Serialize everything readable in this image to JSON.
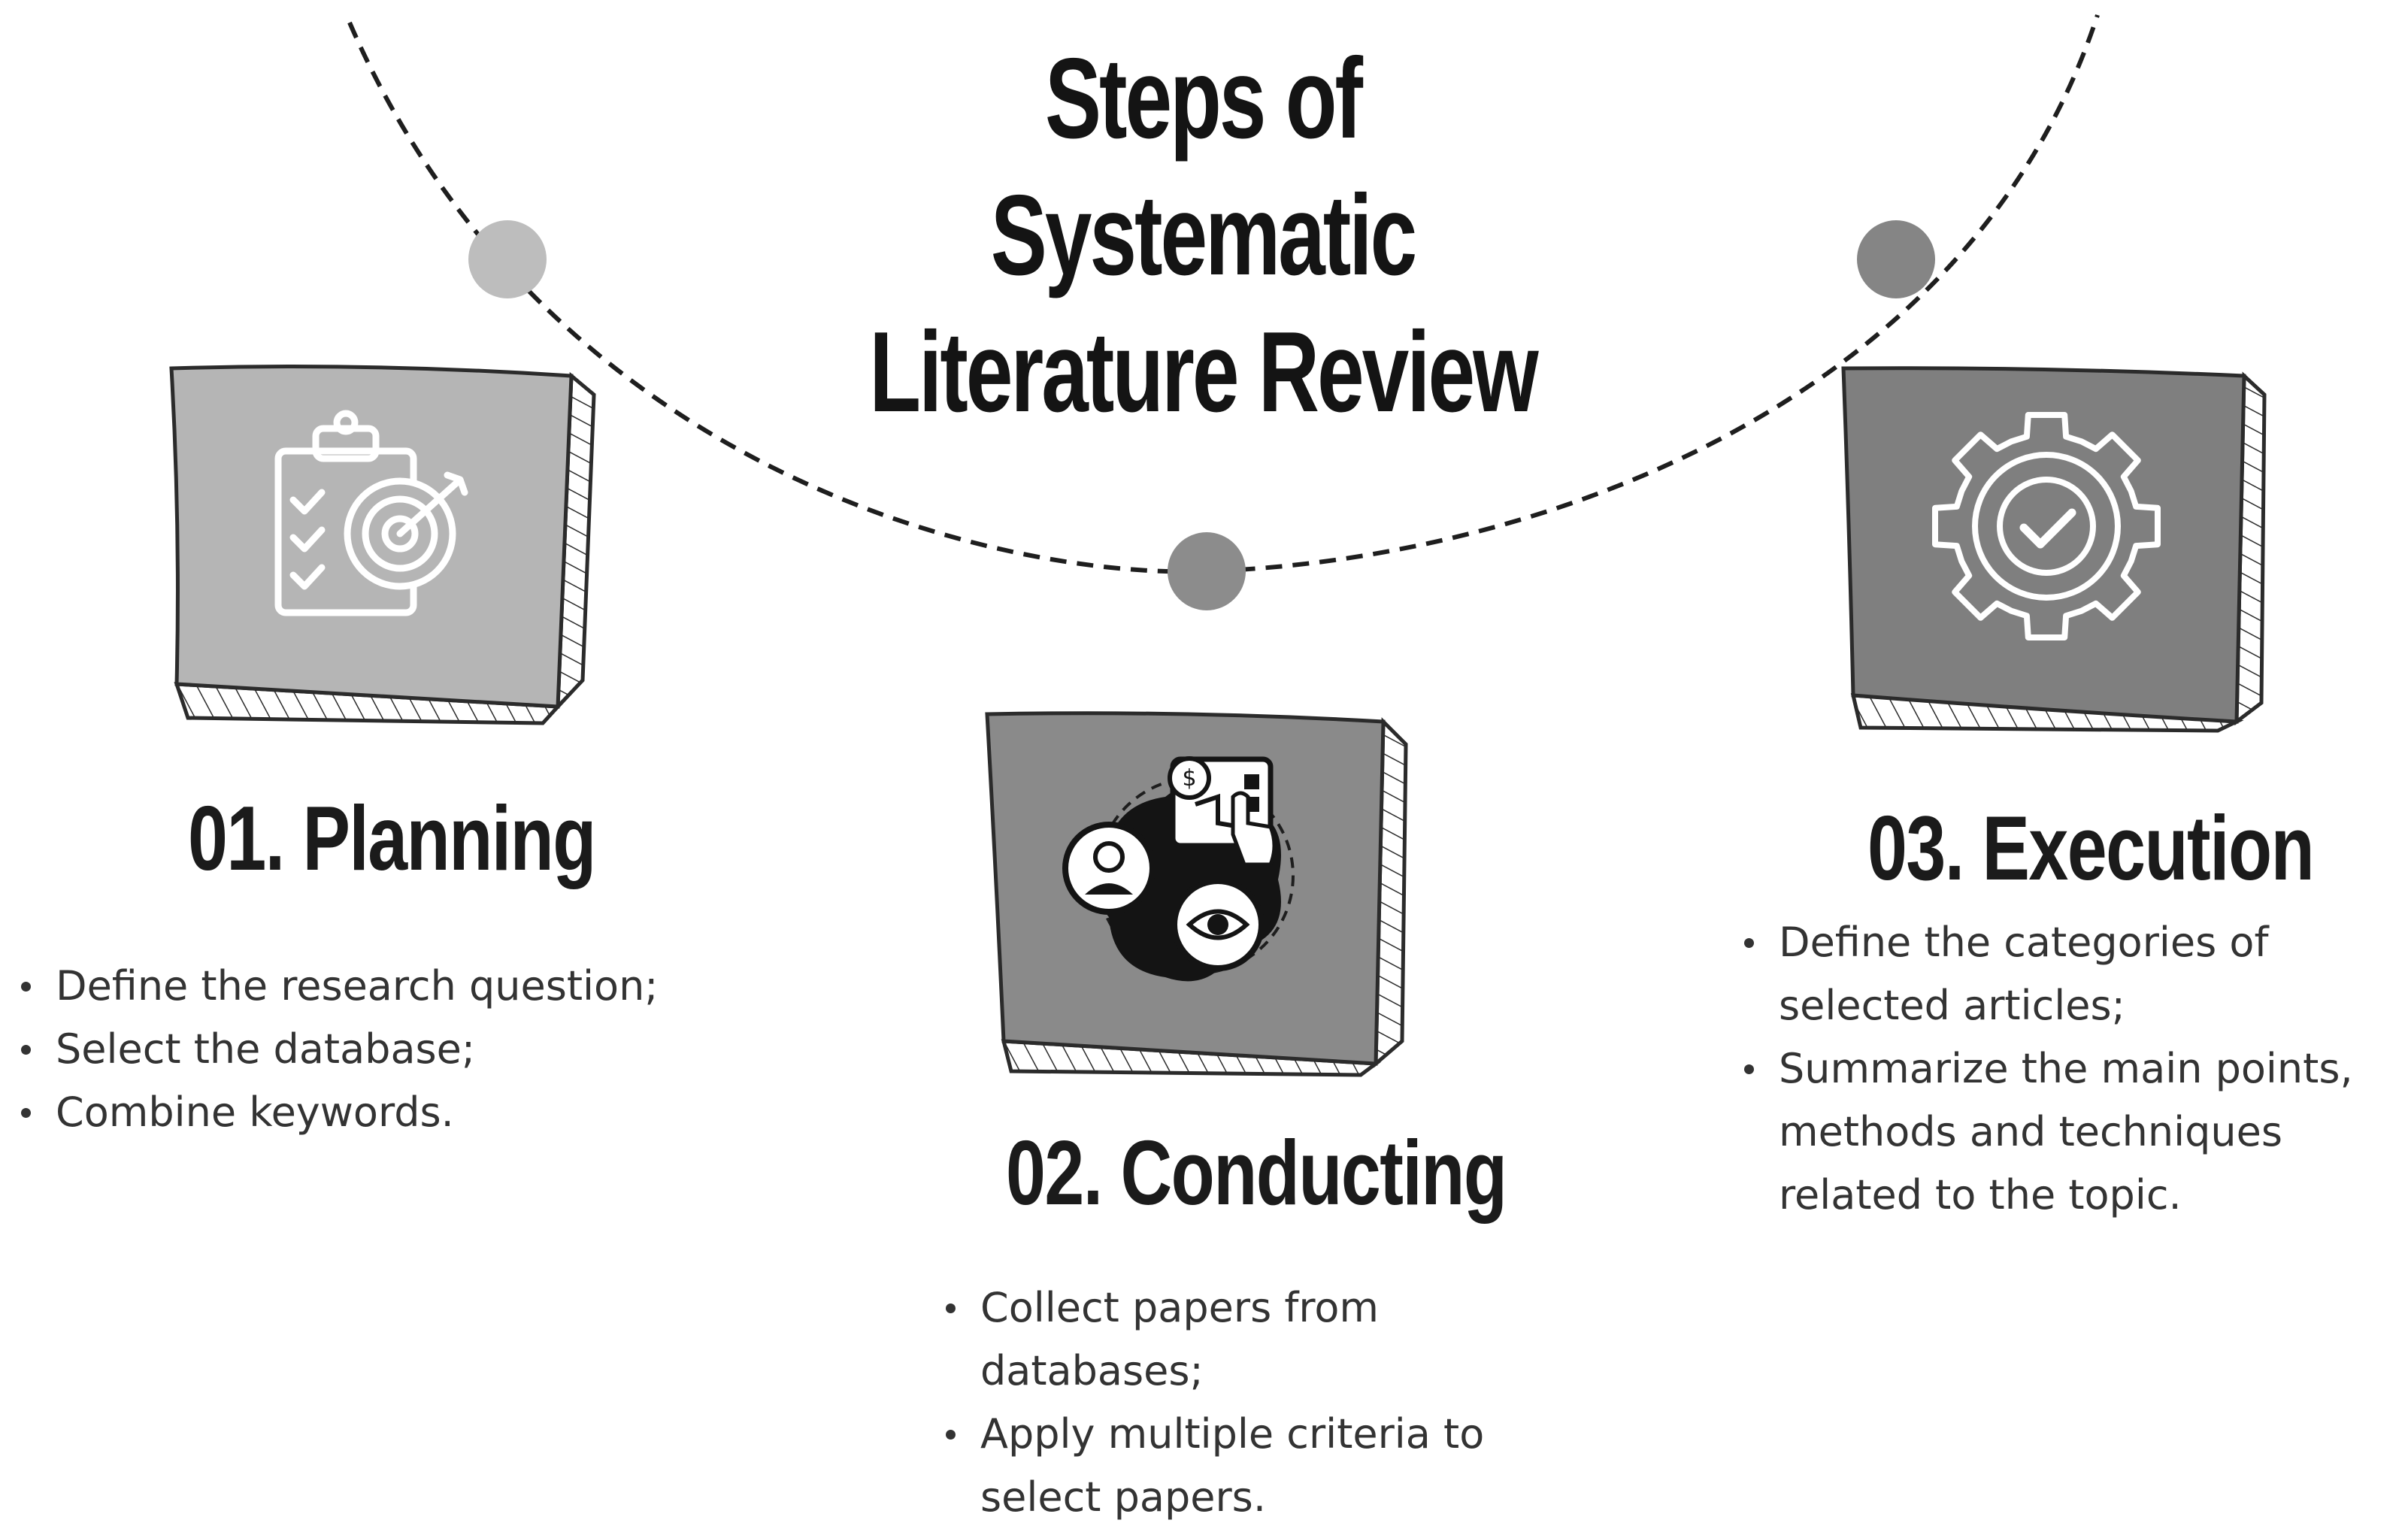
{
  "title": {
    "line1": "Steps of Systematic",
    "line2": "Literature Review"
  },
  "steps": [
    {
      "heading": "01.  Planning",
      "icon": "clipboard-target-icon",
      "items": [
        "Define the research question;",
        "Select the database;",
        "Combine keywords."
      ]
    },
    {
      "heading": "02. Conducting",
      "icon": "data-analysis-icon",
      "items": [
        "Collect papers from databases;",
        "Apply multiple criteria to select papers."
      ]
    },
    {
      "heading": "03. Execution",
      "icon": "gear-check-icon",
      "items": [
        "Define the categories of selected articles;",
        "Summarize the main points, methods and techniques related to the topic."
      ]
    }
  ],
  "colors": {
    "node_left": "#bdbdbd",
    "node_mid": "#8c8c8c",
    "node_right": "#858585",
    "card_1": "#b5b5b5",
    "card_2": "#8a8a8a",
    "card_3": "#7f7f7f",
    "card_edge": "#2b2b2b",
    "text": "#333333"
  }
}
